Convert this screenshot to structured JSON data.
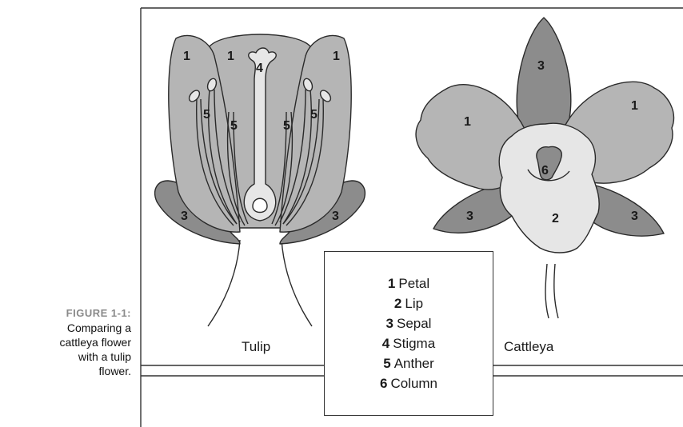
{
  "caption": {
    "label": "FIGURE 1-1:",
    "text": "Comparing a\ncattleya flower\nwith a tulip\nflower."
  },
  "flowers": {
    "tulip": {
      "name": "Tulip"
    },
    "cattleya": {
      "name": "Cattleya"
    }
  },
  "callouts": {
    "tulip_petal_left": "1",
    "tulip_petal_center": "1",
    "tulip_petal_right": "1",
    "tulip_stigma": "4",
    "tulip_anther_1": "5",
    "tulip_anther_2": "5",
    "tulip_anther_3": "5",
    "tulip_anther_4": "5",
    "tulip_sepal_left": "3",
    "tulip_sepal_right": "3",
    "cattleya_sepal_top": "3",
    "cattleya_petal_left": "1",
    "cattleya_petal_right": "1",
    "cattleya_column": "6",
    "cattleya_sepal_left": "3",
    "cattleya_lip": "2",
    "cattleya_sepal_right": "3"
  },
  "legend": [
    {
      "num": "1",
      "term": "Petal"
    },
    {
      "num": "2",
      "term": "Lip"
    },
    {
      "num": "3",
      "term": "Sepal"
    },
    {
      "num": "4",
      "term": "Stigma"
    },
    {
      "num": "5",
      "term": "Anther"
    },
    {
      "num": "6",
      "term": "Column"
    }
  ],
  "colors": {
    "petal": "#b5b5b5",
    "sepal": "#8c8c8c",
    "lip": "#e6e6e6",
    "outline": "#2a2a2a",
    "caption_label": "#8a8a8a"
  }
}
